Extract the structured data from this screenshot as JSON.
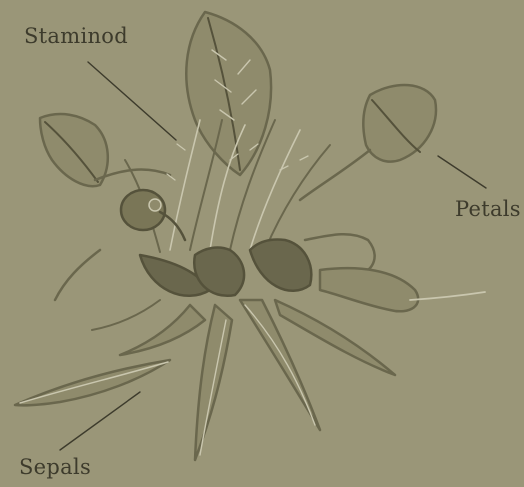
{
  "labels": {
    "staminod": "Staminod",
    "petals": "Petals",
    "sepals": "Sepals"
  },
  "colors": {
    "background": "#9a9678",
    "ink": "#3d3b2c",
    "line_dark": "#6a674d",
    "line_light": "#c9c6ae"
  },
  "illustration": {
    "subject": "flower-engraving"
  }
}
